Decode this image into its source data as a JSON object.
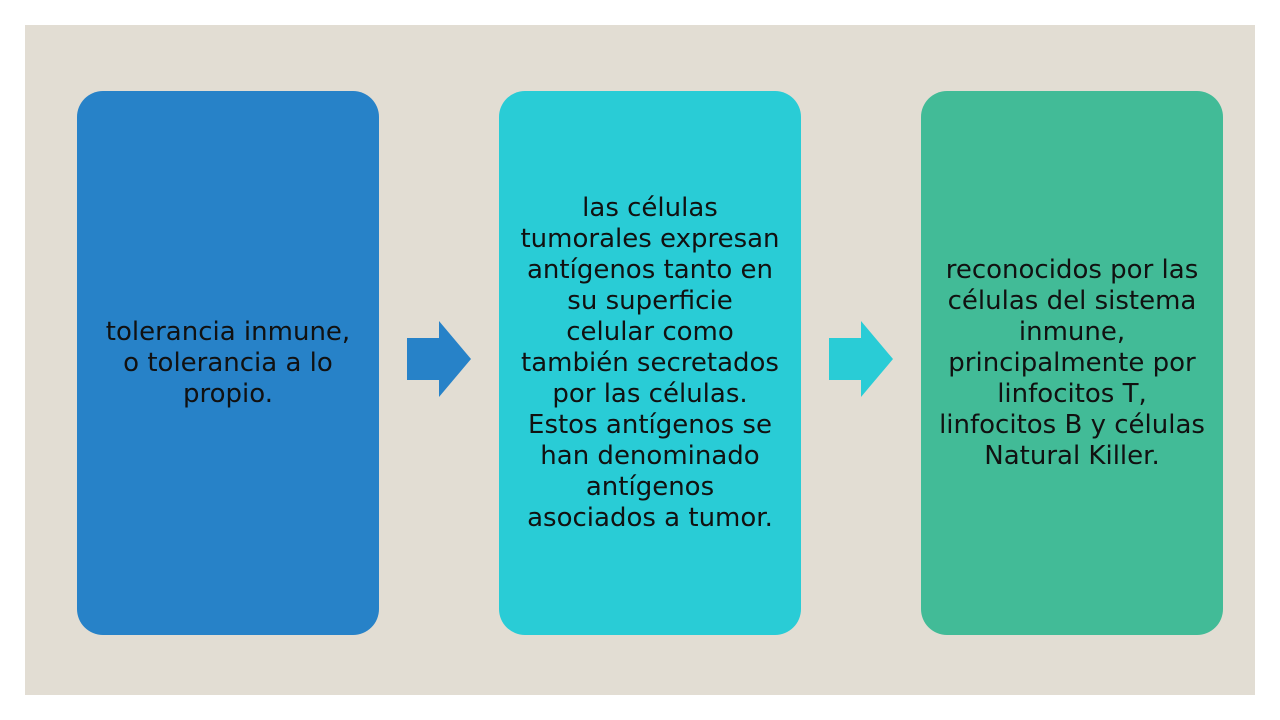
{
  "flow": {
    "steps": [
      {
        "text": "tolerancia inmune, o tolerancia a lo propio.",
        "color": "#2782c8"
      },
      {
        "text": "las células tumorales expresan antígenos tanto en su superficie celular como también secretados por las células. Estos antígenos se han denominado antígenos asociados a tumor.",
        "color": "#29ccd6"
      },
      {
        "text": "reconocidos por las células del sistema inmune, principalmente por linfocitos T, linfocitos B y células Natural Killer.",
        "color": "#42bb97"
      }
    ],
    "arrows": [
      {
        "icon": "arrow-right-icon",
        "color": "#2782c8"
      },
      {
        "icon": "arrow-right-icon",
        "color": "#29ccd6"
      }
    ],
    "background": "#e2ddd3"
  }
}
